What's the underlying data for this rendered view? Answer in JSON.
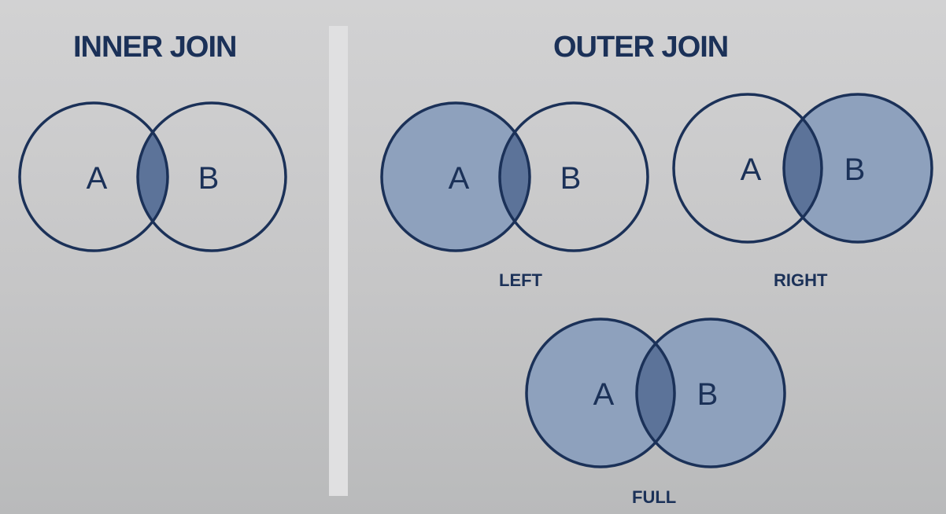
{
  "headings": {
    "inner": "INNER JOIN",
    "outer": "OUTER JOIN"
  },
  "captions": {
    "left": "LEFT",
    "right": "RIGHT",
    "full": "FULL"
  },
  "colors": {
    "ink": "#1b3158",
    "set_fill": "#8ea1bd",
    "overlap_fill": "#5c7399",
    "divider": "#e0e0e1"
  },
  "diagrams": [
    {
      "id": "inner",
      "label_a": "A",
      "label_b": "B",
      "fill_a": false,
      "fill_b": false,
      "fill_overlap": true
    },
    {
      "id": "left",
      "label_a": "A",
      "label_b": "B",
      "fill_a": true,
      "fill_b": false,
      "fill_overlap": true
    },
    {
      "id": "right",
      "label_a": "A",
      "label_b": "B",
      "fill_a": false,
      "fill_b": true,
      "fill_overlap": true
    },
    {
      "id": "full",
      "label_a": "A",
      "label_b": "B",
      "fill_a": true,
      "fill_b": true,
      "fill_overlap": true
    }
  ]
}
